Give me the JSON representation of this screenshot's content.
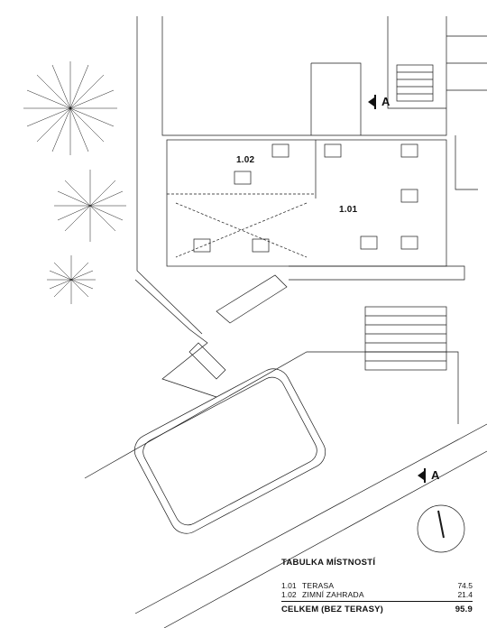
{
  "rooms": [
    {
      "id": "room-1-01",
      "code": "1.01",
      "name": "TERASA",
      "area": "74.5"
    },
    {
      "id": "room-1-02",
      "code": "1.02",
      "name": "ZIMNÍ ZAHRADA",
      "area": "21.4"
    }
  ],
  "plan_labels": {
    "room_1_01": "1.01",
    "room_1_02": "1.02"
  },
  "section_marker": "A",
  "legend": {
    "title": "TABULKA MÍSTNOSTÍ",
    "total_label": "CELKEM (BEZ TERASY)",
    "total_value": "95.9"
  },
  "colors": {
    "line": "#1a1a1a",
    "fill": "#ffffff",
    "wall": "#111111"
  }
}
